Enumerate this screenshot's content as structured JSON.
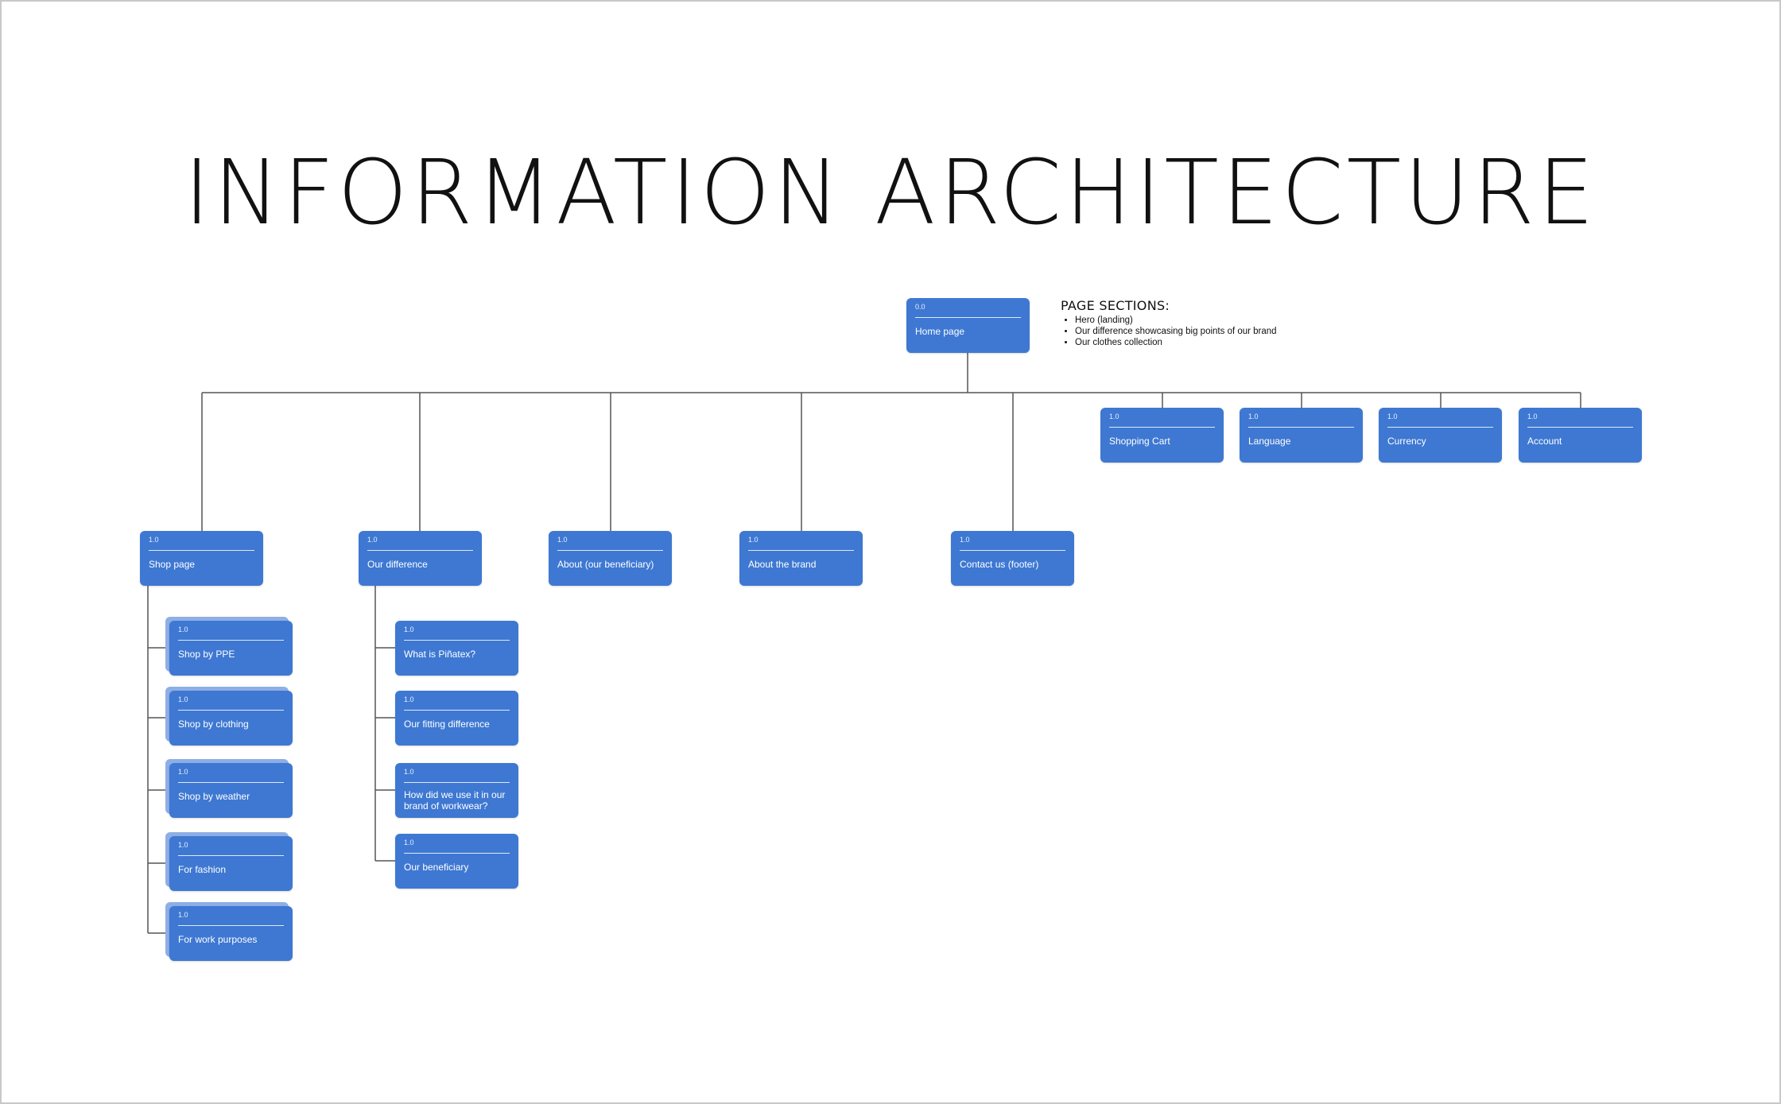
{
  "title": "INFORMATION ARCHITECTURE",
  "page_sections": {
    "heading": "PAGE SECTIONS:",
    "items": [
      "Hero (landing)",
      "Our difference showcasing big points of our brand",
      "Our clothes collection"
    ]
  },
  "home": {
    "num": "0.0",
    "label": "Home page"
  },
  "utility": [
    {
      "num": "1.0",
      "label": "Shopping Cart"
    },
    {
      "num": "1.0",
      "label": "Language"
    },
    {
      "num": "1.0",
      "label": "Currency"
    },
    {
      "num": "1.0",
      "label": "Account"
    }
  ],
  "main": [
    {
      "num": "1.0",
      "label": "Shop page"
    },
    {
      "num": "1.0",
      "label": "Our difference"
    },
    {
      "num": "1.0",
      "label": "About (our beneficiary)"
    },
    {
      "num": "1.0",
      "label": "About the brand"
    },
    {
      "num": "1.0",
      "label": "Contact us (footer)"
    }
  ],
  "shop_children": [
    {
      "num": "1.0",
      "label": "Shop by PPE"
    },
    {
      "num": "1.0",
      "label": "Shop by clothing"
    },
    {
      "num": "1.0",
      "label": "Shop by weather"
    },
    {
      "num": "1.0",
      "label": "For fashion"
    },
    {
      "num": "1.0",
      "label": "For work purposes"
    }
  ],
  "difference_children": [
    {
      "num": "1.0",
      "label": "What is Piñatex?"
    },
    {
      "num": "1.0",
      "label": "Our fitting difference"
    },
    {
      "num": "1.0",
      "label": "How did we use it in our brand of workwear?"
    },
    {
      "num": "1.0",
      "label": "Our beneficiary"
    }
  ]
}
